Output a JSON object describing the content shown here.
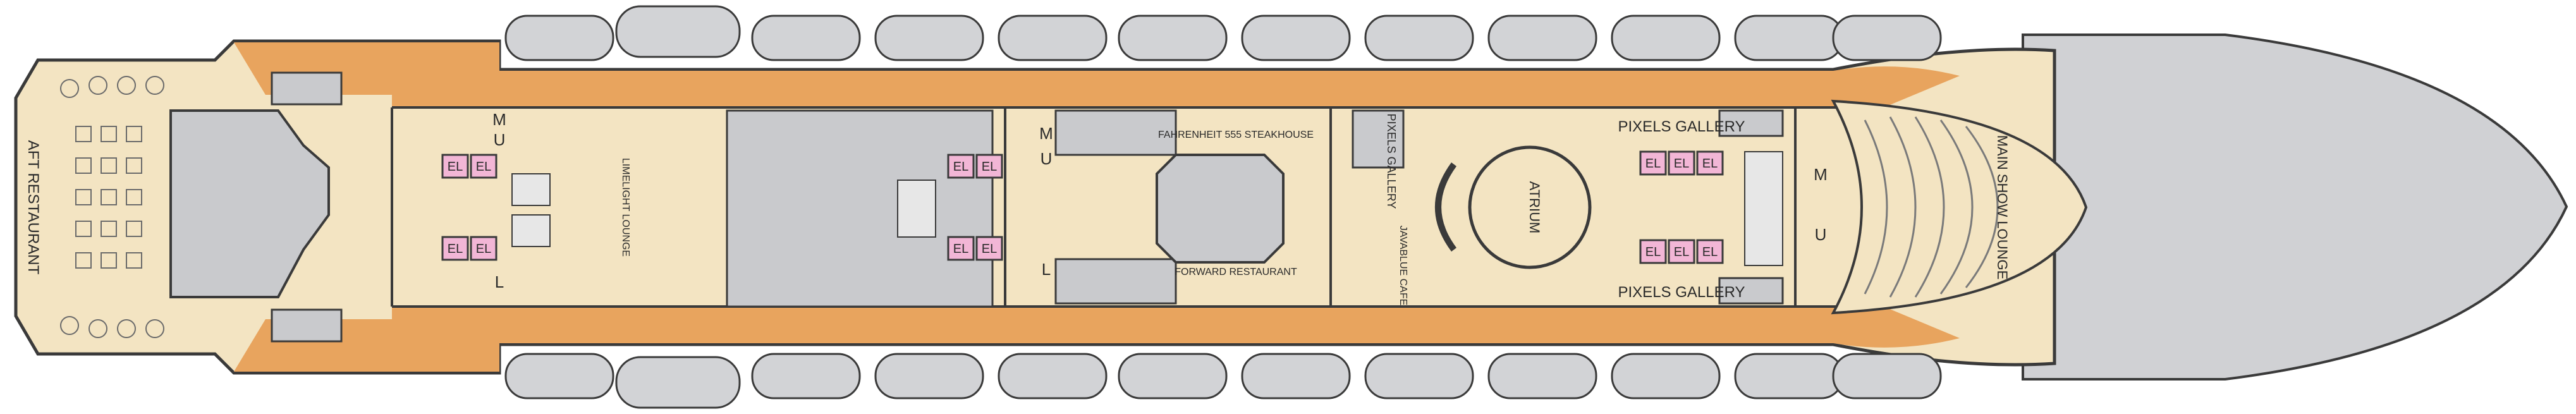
{
  "colors": {
    "floor": "#f3e4c2",
    "deck_wood": "#e8a45e",
    "wall": "#3a3a3a",
    "service": "#c9cacd",
    "lifeboat": "#d2d3d6",
    "elevator": "#f2b6d6",
    "hull": "#d0d1d4"
  },
  "labels": {
    "aft_restaurant": "AFT RESTAURANT",
    "limelight_lounge": "LIMELIGHT LOUNGE",
    "fahrenheit": "FAHRENHEIT 555 STEAKHOUSE",
    "forward_restaurant": "FORWARD RESTAURANT",
    "pixels_gallery_vertical": "PIXELS GALLERY",
    "pixels_gallery_top": "PIXELS GALLERY",
    "pixels_gallery_bottom": "PIXELS GALLERY",
    "atrium": "ATRIUM",
    "javablue": "JAVABLUE CAFE",
    "main_show": "MAIN SHOW LOUNGE",
    "elevator": "EL",
    "men": "M",
    "women": "U",
    "ladies": "L"
  }
}
